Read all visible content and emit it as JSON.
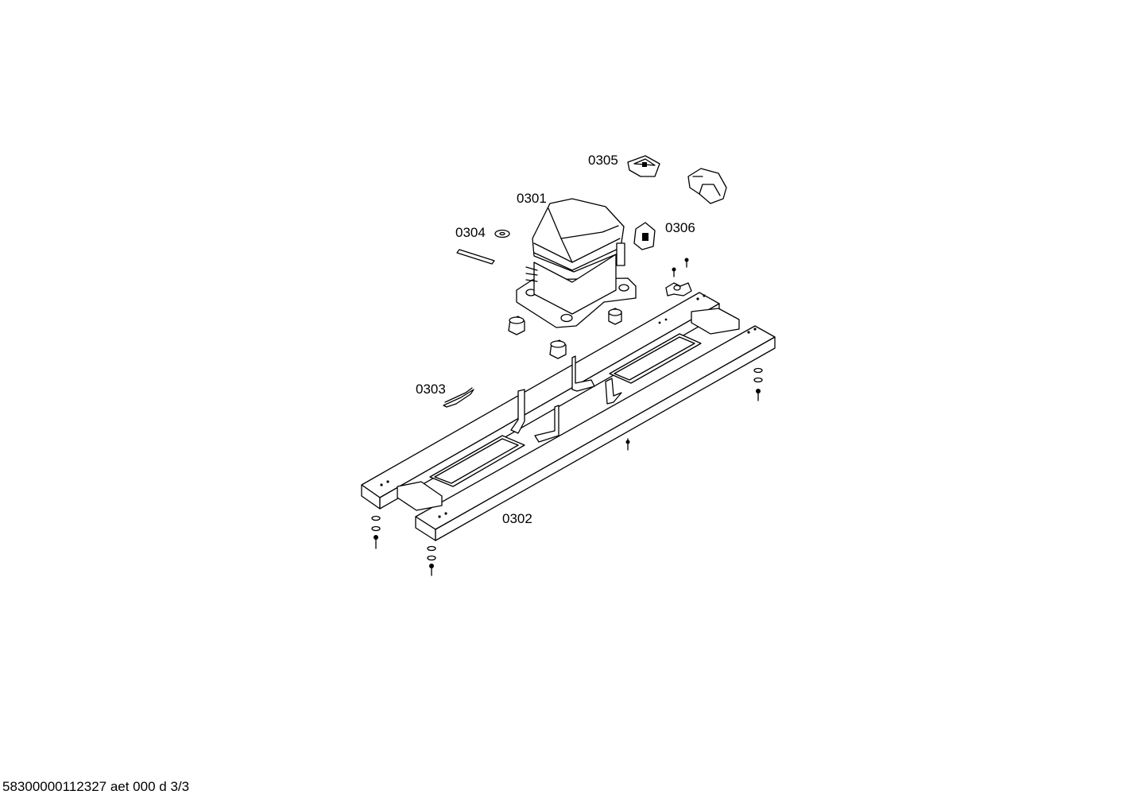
{
  "drawing": {
    "part_labels": {
      "compressor": "0301",
      "base_frame": "0302",
      "clip": "0303",
      "washer": "0304",
      "relay_cover": "0305",
      "relay": "0306"
    },
    "footer_code": "58300000112327 aet 000 d 3/3"
  }
}
